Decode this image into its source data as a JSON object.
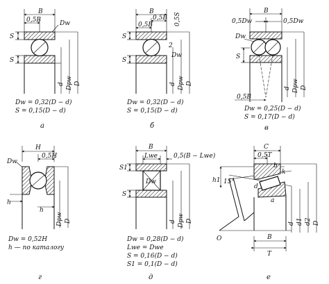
{
  "panels": {
    "a": {
      "caption": "а",
      "labels": {
        "B": "B",
        "halfB": "0,5B",
        "Dw": "Dw",
        "S1": "S",
        "S2": "S",
        "d": "d",
        "Dpw": "Dpw",
        "D": "D"
      },
      "formulas": [
        "Dw = 0,32(D − d)",
        "S = 0,15(D − d)"
      ]
    },
    "b": {
      "caption": "б",
      "labels": {
        "B": "B",
        "halfB1": "0,5B",
        "halfB2": "0,5B",
        "halfS": "0,5S",
        "two": "2",
        "S1": "S",
        "S2": "S",
        "Dw": "Dw",
        "d": "d",
        "Dpw": "Dpw",
        "D": "D"
      },
      "formulas": [
        "Dw = 0,32(D − d)",
        "S = 0,15(D − d)"
      ]
    },
    "v": {
      "caption": "в",
      "labels": {
        "B": "B",
        "halfDw1": "0,5Dw",
        "halfDw2": "0,5Dw",
        "Dw": "Dw",
        "S": "S",
        "halfB": "0,5B",
        "d": "d",
        "Dpw": "Dpw",
        "D": "D"
      },
      "formulas": [
        "Dw = 0,25(D − d)",
        "S = 0,17(D − d)"
      ]
    },
    "g": {
      "caption": "г",
      "labels": {
        "H": "H",
        "halfH": "0,5H",
        "Dw": "Dw",
        "h1": "h",
        "h2": "h",
        "Dpw": "Dpw",
        "D": "D"
      },
      "formulas": [
        "Dw = 0,52H",
        "h — по каталогу"
      ]
    },
    "d": {
      "caption": "д",
      "labels": {
        "B": "B",
        "Lwe": "Lwe",
        "halfBL": "0,5(B − Lwe)",
        "S1": "S1",
        "S": "S",
        "Dw": "Dw",
        "d": "d",
        "Dpw": "Dpw",
        "D": "D"
      },
      "formulas": [
        "Dw = 0,28(D − d)",
        "Lwe = Dwe",
        "S = 0,16(D − d)",
        "S1 = 0,1(D − d)"
      ]
    },
    "e": {
      "caption": "е",
      "labels": {
        "C": "C",
        "halfT": "0,5T",
        "b": "b",
        "k": "k",
        "h1": "h1",
        "angle": "15°",
        "a": "a",
        "d": "d",
        "d1": "d1",
        "d2": "d2",
        "D": "D",
        "B": "B",
        "T": "T",
        "O": "O"
      }
    }
  }
}
